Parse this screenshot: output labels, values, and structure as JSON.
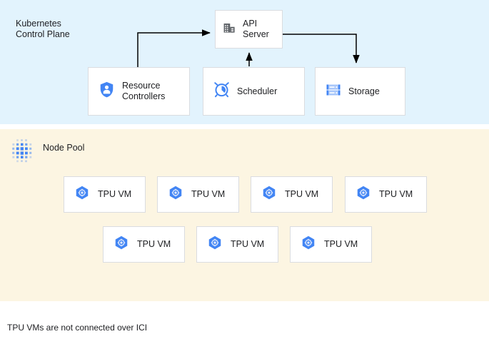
{
  "colors": {
    "control_plane_bg": "#e2f3fd",
    "node_pool_bg": "#fcf5e2",
    "card_bg": "#ffffff",
    "card_border": "#dadce0",
    "accent_blue": "#4285f4",
    "icon_grey": "#5f6368",
    "connector": "#000000",
    "text": "#202124"
  },
  "control_plane": {
    "title": "Kubernetes\nControl Plane",
    "nodes": [
      {
        "id": "api-server",
        "label": "API\nServer",
        "icon": "office-building-icon"
      },
      {
        "id": "resource-controllers",
        "label": "Resource\nControllers",
        "icon": "shield-person-icon"
      },
      {
        "id": "scheduler",
        "label": "Scheduler",
        "icon": "alarm-clock-icon"
      },
      {
        "id": "storage",
        "label": "Storage",
        "icon": "server-rack-icon"
      }
    ],
    "connections": [
      {
        "from": "resource-controllers",
        "to": "api-server",
        "style": "elbow-up-right-arrow"
      },
      {
        "from": "scheduler",
        "to": "api-server",
        "style": "straight-up-arrow"
      },
      {
        "from": "api-server",
        "to": "storage",
        "style": "elbow-right-down-arrow"
      }
    ]
  },
  "node_pool": {
    "title": "Node Pool",
    "icon": "node-cluster-dots-icon",
    "rows": [
      {
        "vms": [
          {
            "label": "TPU VM",
            "icon": "tpu-hexagon-gear-icon"
          },
          {
            "label": "TPU VM",
            "icon": "tpu-hexagon-gear-icon"
          },
          {
            "label": "TPU VM",
            "icon": "tpu-hexagon-gear-icon"
          },
          {
            "label": "TPU VM",
            "icon": "tpu-hexagon-gear-icon"
          }
        ]
      },
      {
        "vms": [
          {
            "label": "TPU VM",
            "icon": "tpu-hexagon-gear-icon"
          },
          {
            "label": "TPU VM",
            "icon": "tpu-hexagon-gear-icon"
          },
          {
            "label": "TPU VM",
            "icon": "tpu-hexagon-gear-icon"
          }
        ]
      }
    ]
  },
  "footnote": "TPU VMs are not connected over ICI"
}
